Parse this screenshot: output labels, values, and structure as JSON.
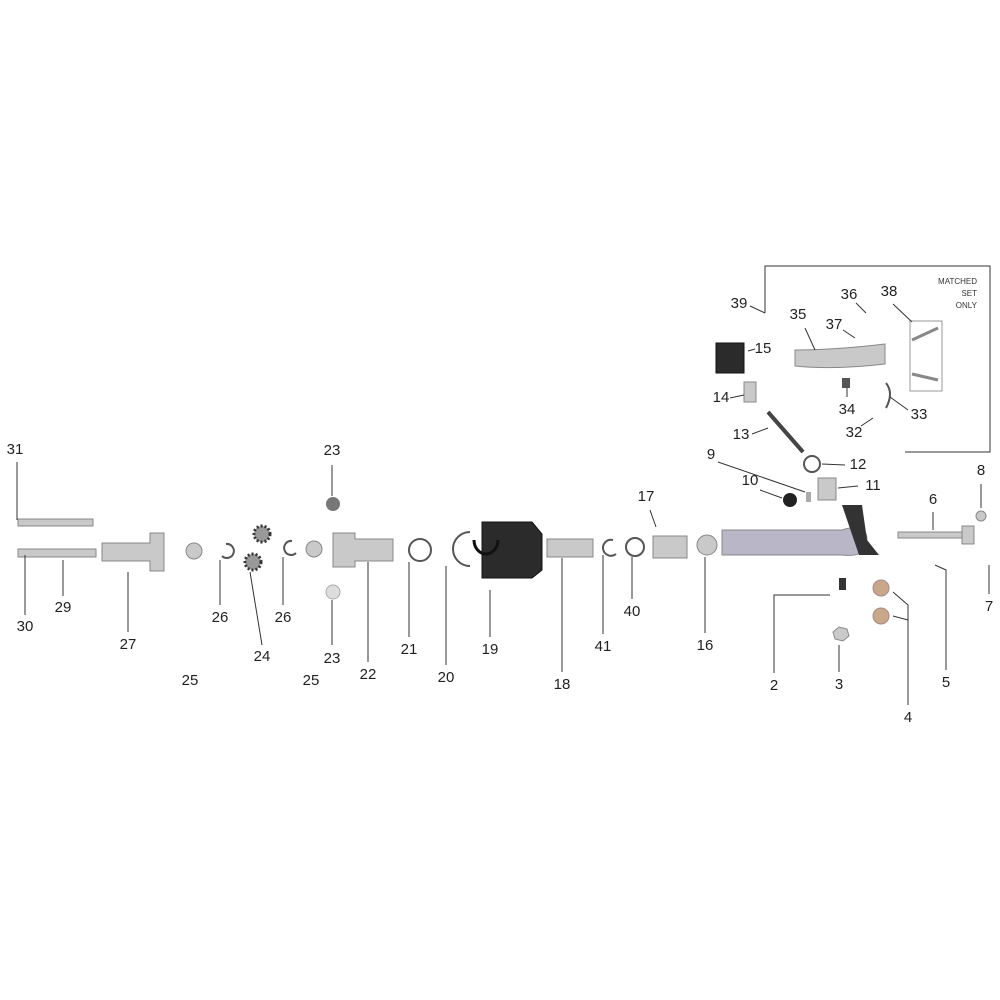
{
  "diagram": {
    "matched_set_note": [
      "MATCHED",
      "SET",
      "ONLY"
    ],
    "labels": {
      "l31": "31",
      "l30": "30",
      "l29": "29",
      "l27": "27",
      "l25a": "25",
      "l26a": "26",
      "l24": "24",
      "l26b": "26",
      "l25b": "25",
      "l23a": "23",
      "l23b": "23",
      "l22": "22",
      "l21": "21",
      "l20": "20",
      "l19": "19",
      "l18": "18",
      "l41": "41",
      "l40": "40",
      "l17": "17",
      "l16": "16",
      "l9": "9",
      "l10": "10",
      "l12": "12",
      "l11": "11",
      "l14": "14",
      "l15": "15",
      "l13": "13",
      "l39": "39",
      "l35": "35",
      "l37": "37",
      "l36": "36",
      "l38": "38",
      "l34": "34",
      "l33": "33",
      "l32": "32",
      "l6": "6",
      "l8": "8",
      "l7": "7",
      "l5": "5",
      "l2": "2",
      "l3": "3",
      "l4": "4"
    }
  }
}
